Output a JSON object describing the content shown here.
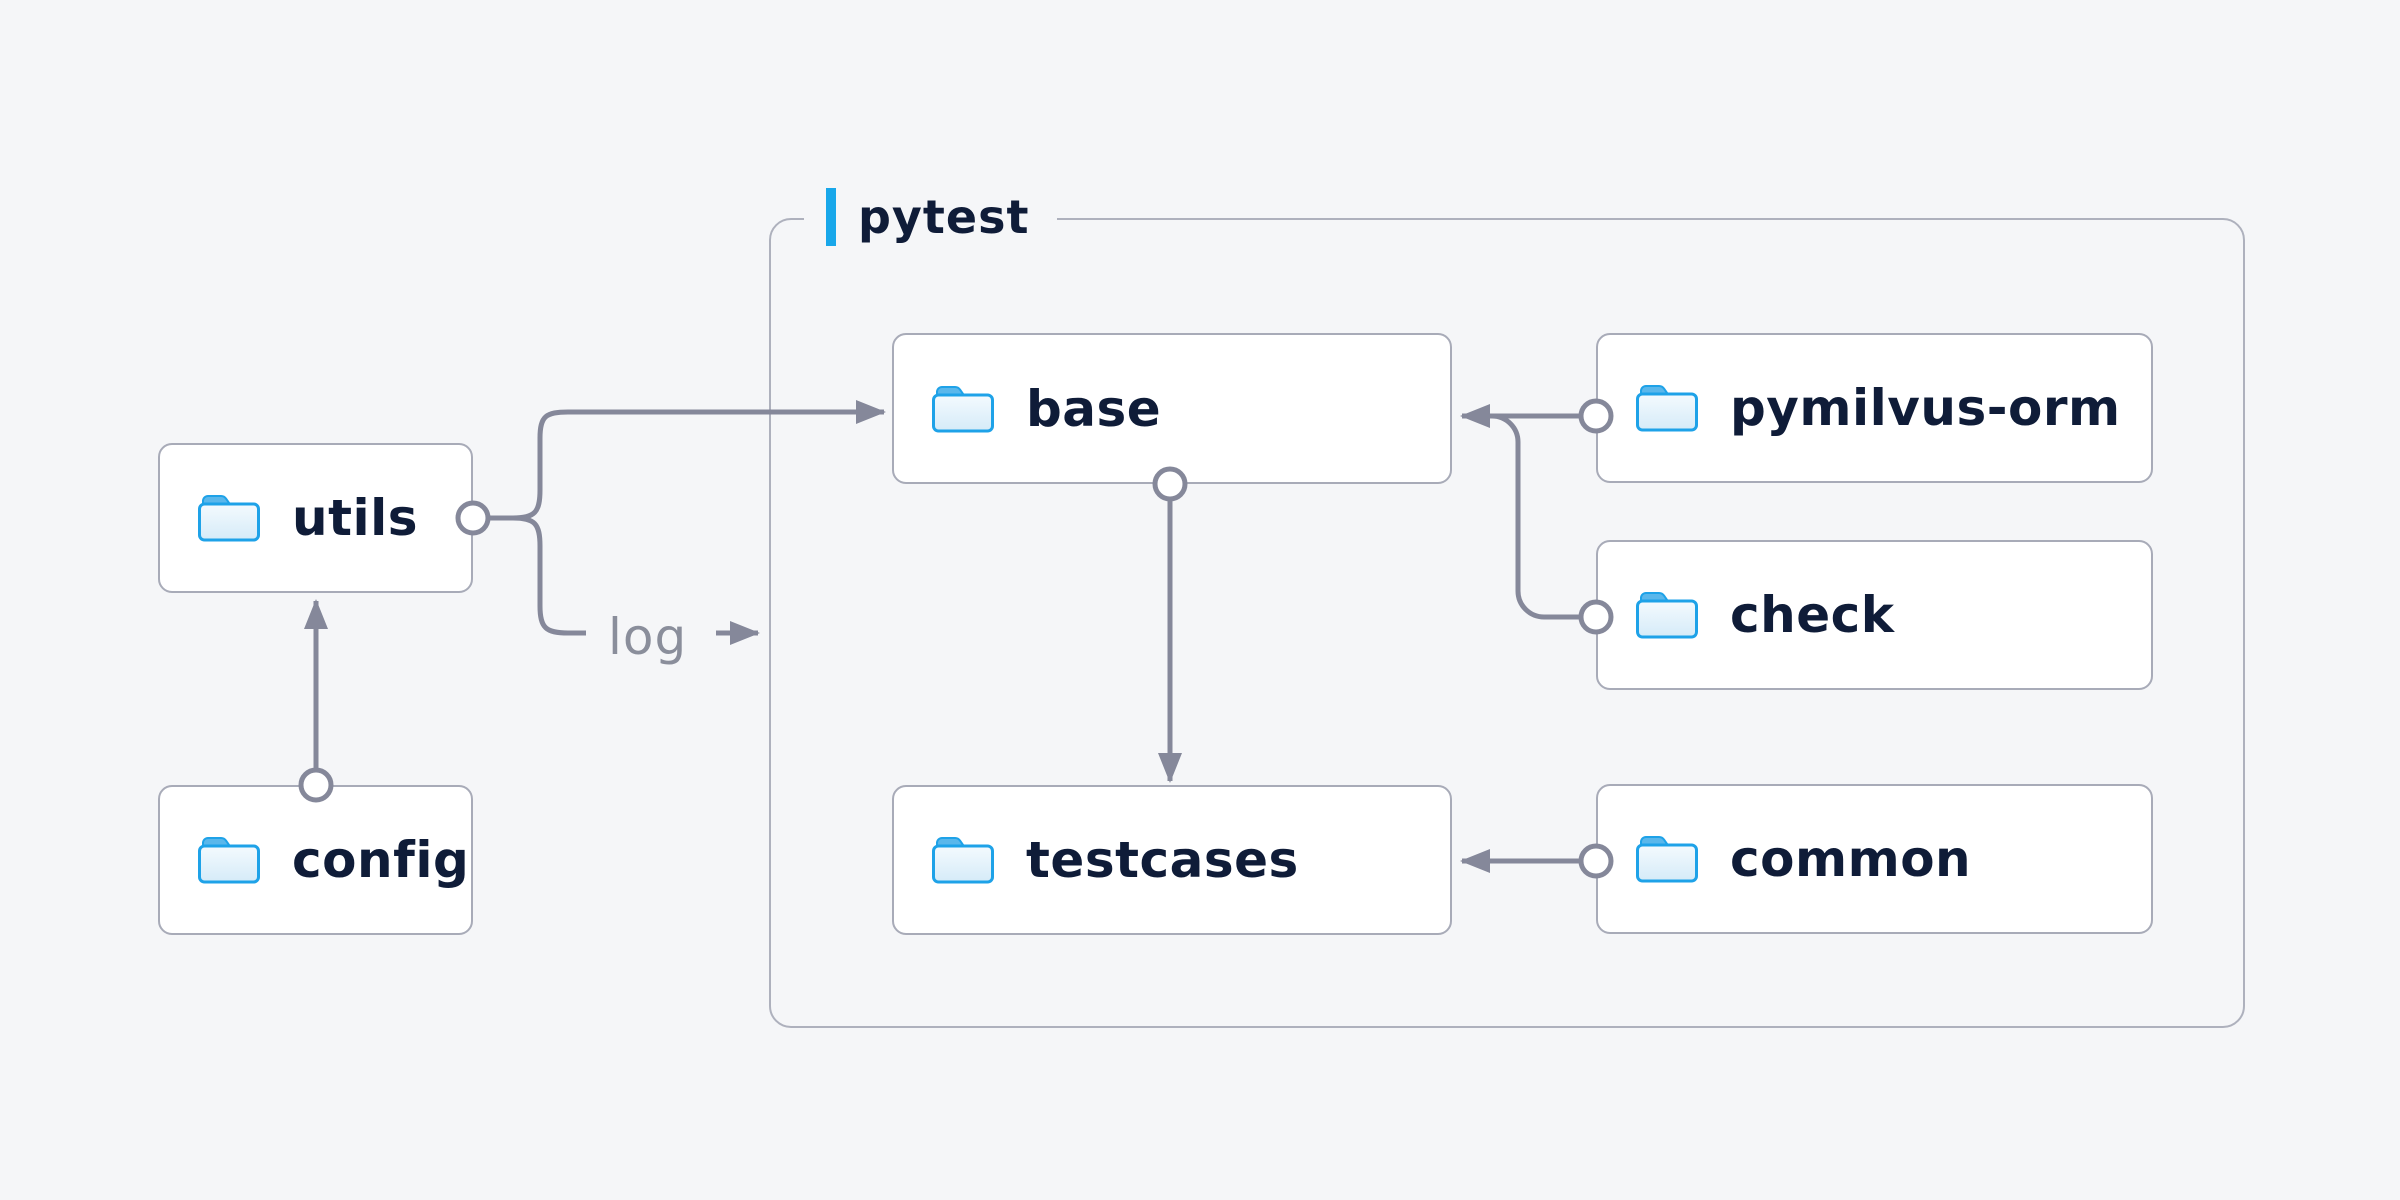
{
  "page": {
    "background_color": "#f5f6f8"
  },
  "container": {
    "label": "pytest",
    "accent_color": "#18a7ea",
    "border_color": "#aeb1bd"
  },
  "nodes": {
    "utils": {
      "label": "utils",
      "icon": "folder-icon"
    },
    "config": {
      "label": "config",
      "icon": "folder-icon"
    },
    "base": {
      "label": "base",
      "icon": "folder-icon"
    },
    "testcases": {
      "label": "testcases",
      "icon": "folder-icon"
    },
    "pymilvus_orm": {
      "label": "pymilvus-orm",
      "icon": "folder-icon"
    },
    "check": {
      "label": "check",
      "icon": "folder-icon"
    },
    "common": {
      "label": "common",
      "icon": "folder-icon"
    }
  },
  "edges": {
    "log_label": "log",
    "list": [
      {
        "from": "config",
        "to": "utils"
      },
      {
        "from": "utils",
        "to": "base"
      },
      {
        "from": "utils",
        "to": "log"
      },
      {
        "from": "pymilvus-orm",
        "to": "base"
      },
      {
        "from": "check",
        "to": "base"
      },
      {
        "from": "base",
        "to": "testcases"
      },
      {
        "from": "common",
        "to": "testcases"
      }
    ]
  },
  "colors": {
    "node_text": "#0f1c38",
    "node_border": "#a8abb8",
    "connector_gray": "#85889a",
    "log_label_gray": "#8a8e9b",
    "folder_blue": "#1ea2e8",
    "folder_tab_blue": "#5ab7eb",
    "accent_blue": "#18a7ea"
  }
}
